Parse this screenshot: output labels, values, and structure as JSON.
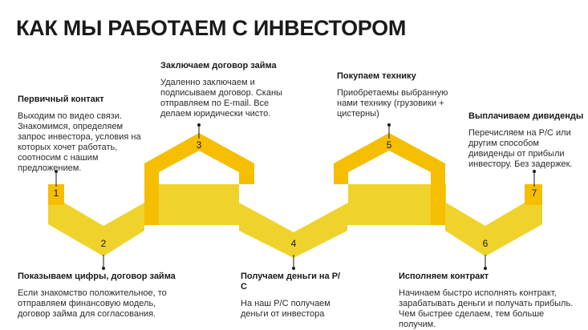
{
  "title": "КАК МЫ РАБОТАЕМ С ИНВЕСТОРОМ",
  "colors": {
    "top": "#F5BE00",
    "bottom": "#EFD32C",
    "text": "#1a1a1a"
  },
  "steps": [
    {
      "number": "1",
      "title": "Первичный контакт",
      "text": "Выходим по видео связи. Знакомимся, определяем запрос инвестора, условия на которых хочет работать, соотносим с нашим предложением."
    },
    {
      "number": "2",
      "title": "Показываем цифры, договор займа",
      "text": "Если знакомство положительное, то отправляем финансовую модель, договор займа для согласования."
    },
    {
      "number": "3",
      "title": "Заключаем договор займа",
      "text": "Удаленно заключаем и подписываем договор. Сканы отправляем по E-mail. Все делаем юридически чисто."
    },
    {
      "number": "4",
      "title": "Получаем деньги на Р/С",
      "text": "На наш Р/С получаем деньги от инвестора"
    },
    {
      "number": "5",
      "title": "Покупаем технику",
      "text": "Приобретаемы выбранную нами технику (грузовики + цистерны)"
    },
    {
      "number": "6",
      "title": "Исполняем контракт",
      "text": "Начинаем быстро исполнять контракт, зарабатывать деньги и получать прибыль. Чем быстрее сделаем, тем больше получим."
    },
    {
      "number": "7",
      "title": "Выплачиваем дивиденды",
      "text": "Перечисляем на Р/С или другим способом дивиденды от прибыли инвестору. Без задержек."
    }
  ]
}
